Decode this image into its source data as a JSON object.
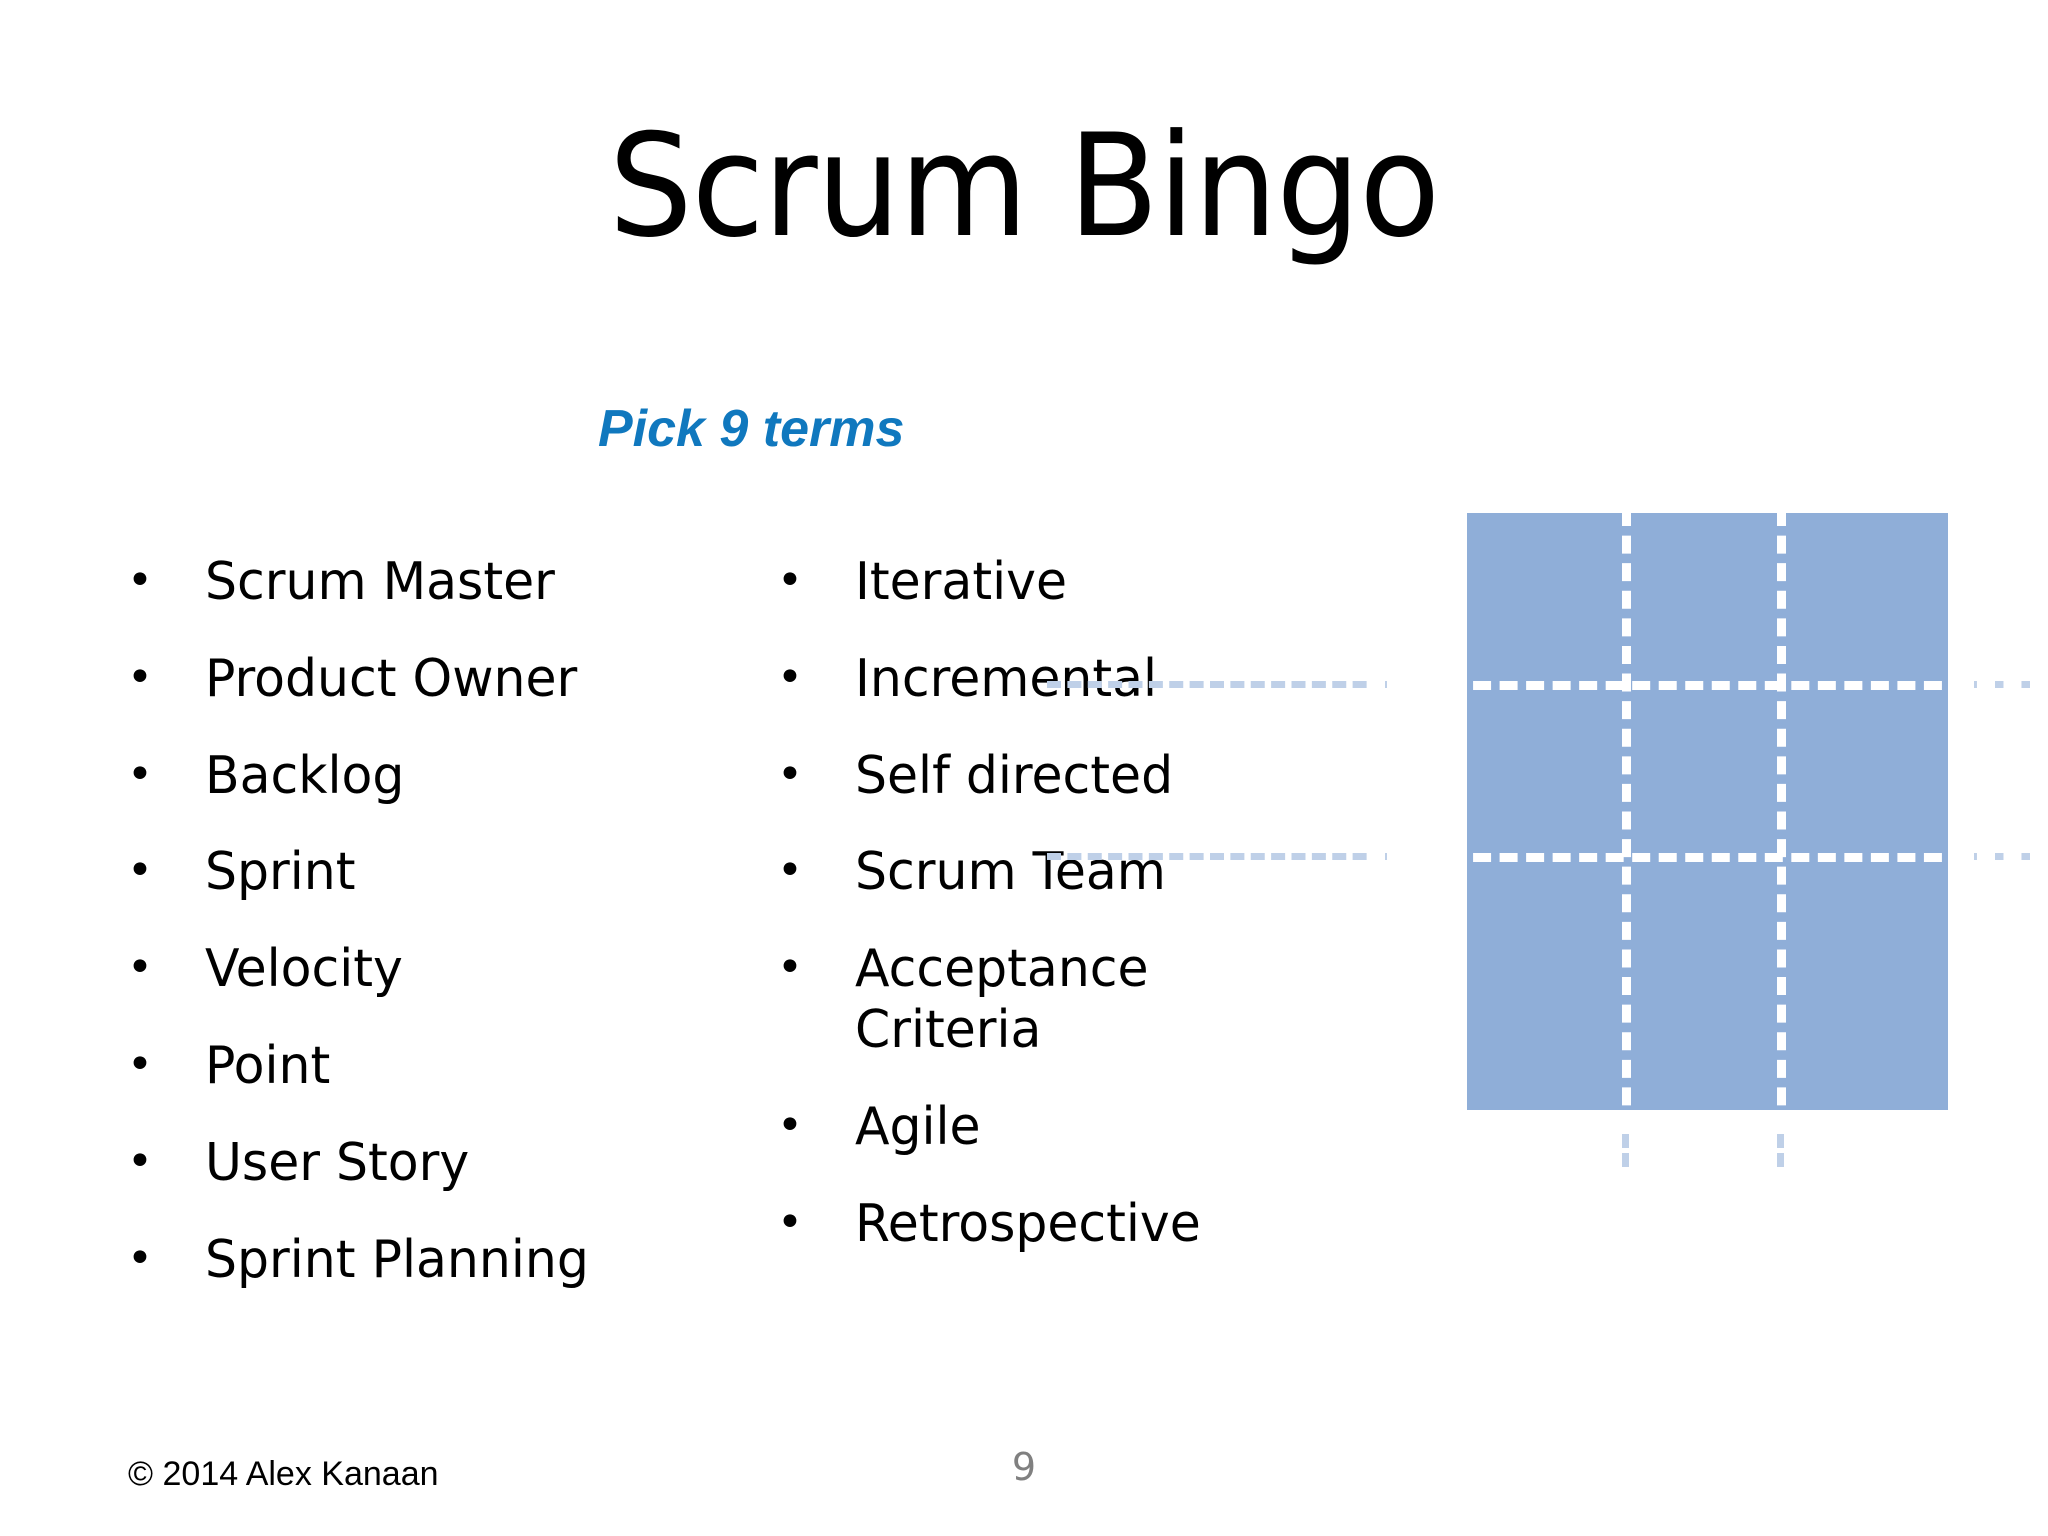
{
  "slide": {
    "title": "Scrum Bingo",
    "subtitle": "Pick 9 terms",
    "page_number": "9",
    "copyright": "© 2014 Alex Kanaan",
    "background_color": "#ffffff"
  },
  "colors": {
    "subtitle_blue": "#1078BE",
    "grid_fill_blue": "#8FAED8",
    "grid_dash_white": "#ffffff",
    "grid_overshoot": "#BFD0E8",
    "page_number_gray": "#808080",
    "text_black": "#000000"
  },
  "terms": {
    "bullet_glyph": "•",
    "left_column": [
      {
        "label": "Scrum Master"
      },
      {
        "label": "Product Owner"
      },
      {
        "label": "Backlog"
      },
      {
        "label": "Sprint"
      },
      {
        "label": "Velocity"
      },
      {
        "label": "Point"
      },
      {
        "label": "User Story"
      },
      {
        "label": "Sprint Planning"
      }
    ],
    "right_column": [
      {
        "label": "Iterative"
      },
      {
        "label": "Incremental"
      },
      {
        "label": "Self directed"
      },
      {
        "label": "Scrum Team"
      },
      {
        "label": "Acceptance Criteria"
      },
      {
        "label": "Agile"
      },
      {
        "label": "Retrospective"
      }
    ]
  },
  "bingo_grid": {
    "rows": 3,
    "columns": 3,
    "cells": 9,
    "style": "white dashed gridlines over a solid blue square"
  }
}
